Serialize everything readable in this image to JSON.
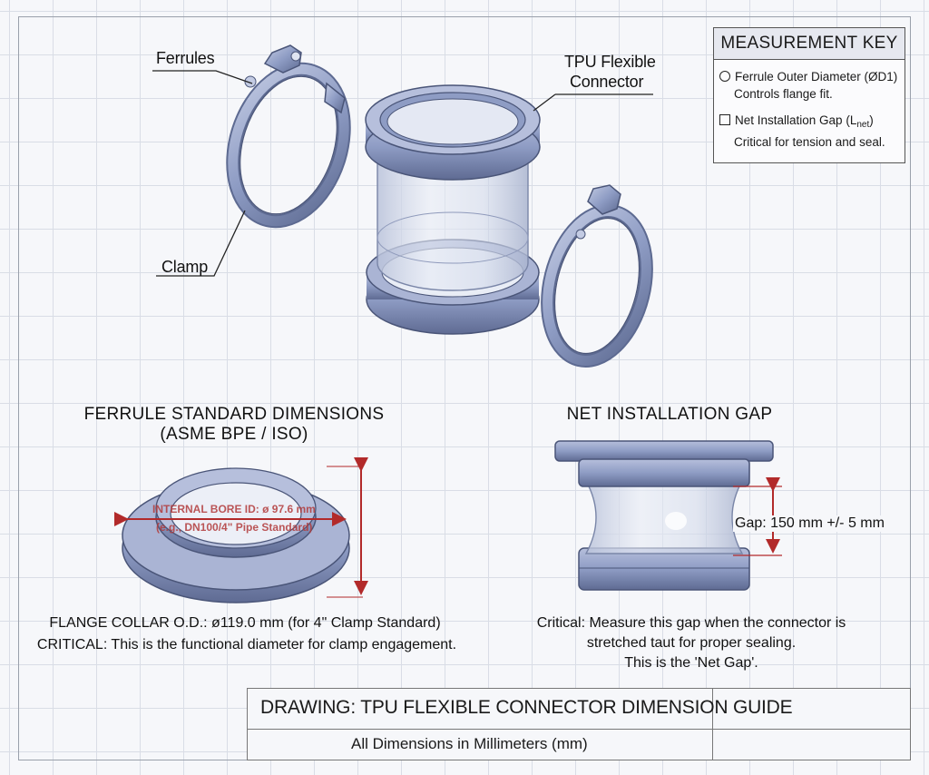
{
  "labels": {
    "ferrules": "Ferrules",
    "tpu_line1": "TPU Flexible",
    "tpu_line2": "Connector",
    "clamp": "Clamp"
  },
  "measurement_key": {
    "title": "MEASUREMENT KEY",
    "items": [
      {
        "marker": "circle",
        "line1": "Ferrule Outer Diameter (ØD1)",
        "line2": "Controls flange fit."
      },
      {
        "marker": "square",
        "line1_prefix": "Net Installation Gap (L",
        "line1_sub": "net",
        "line1_suffix": ")",
        "line2": "Critical for tension and seal."
      }
    ]
  },
  "ferrule_section": {
    "heading_line1": "FERRULE STANDARD DIMENSIONS",
    "heading_line2": "(ASME BPE / ISO)",
    "bore_label_line1": "INTERNAL BORE ID: ø 97.6 mm",
    "bore_label_line2": "(e.g., DN100/4\" Pipe Standard)",
    "note_line1": "FLANGE COLLAR O.D.: ø119.0 mm (for 4\" Clamp Standard)",
    "note_line2": "CRITICAL: This is the functional diameter for clamp engagement."
  },
  "gap_section": {
    "heading": "NET INSTALLATION GAP",
    "gap_label": "Gap:  150 mm +/- 5 mm",
    "note_line1": "Critical: Measure this gap when the connector is",
    "note_line2": "stretched taut for proper sealing.",
    "note_line3": "This is the 'Net Gap'."
  },
  "title_block": {
    "title": "DRAWING: TPU FLEXIBLE CONNECTOR DIMENSION GUIDE",
    "subtitle": "All Dimensions in Millimeters (mm)"
  },
  "colors": {
    "metal": "#8e9cc4",
    "metal_dark": "#5d6a91",
    "metal_light": "#c3cbe3",
    "dimension_red": "#b22a2a",
    "glass": "#cfd7ea"
  }
}
